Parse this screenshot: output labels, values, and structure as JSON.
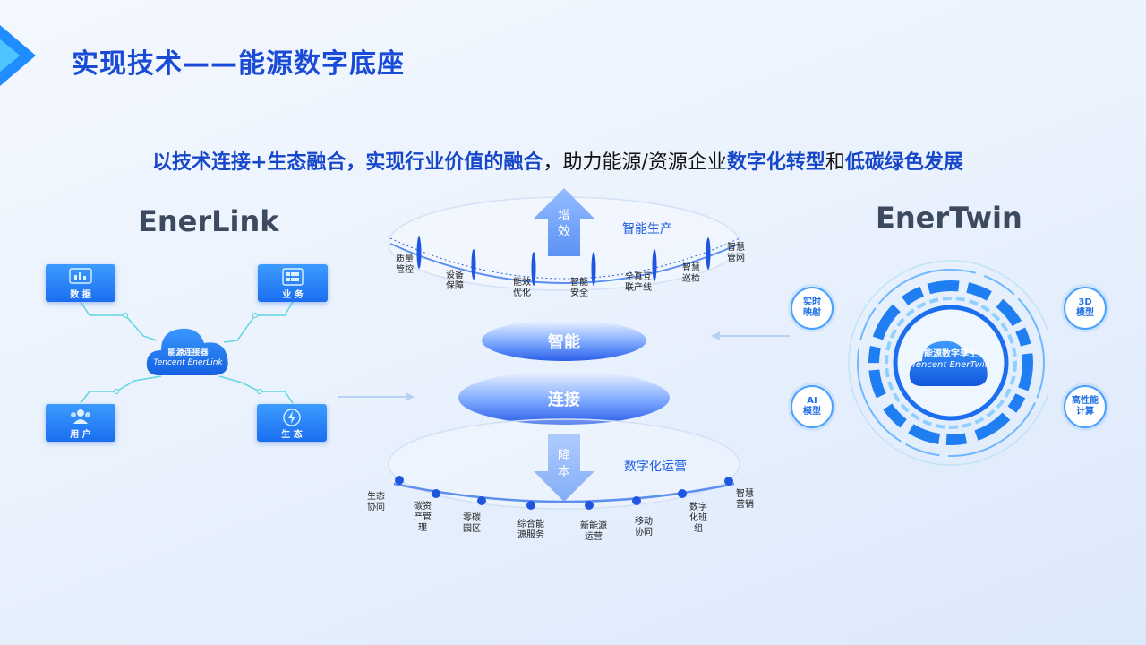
{
  "title": "实现技术——能源数字底座",
  "subtitle": {
    "p1": "以技术连接+生态融合，实现行业价值的融合",
    "p2": "，助力能源/资源企业",
    "p3": "数字化转型",
    "p4": "和",
    "p5": "低碳绿色发展"
  },
  "enerlink": {
    "brand": "EnerLink",
    "cloud_line1": "能源连接器",
    "cloud_line2": "Tencent EnerLink",
    "nodes": {
      "data": "数 据",
      "business": "业 务",
      "user": "用 户",
      "eco": "生 态"
    }
  },
  "center": {
    "top_ring_label": "智能生产",
    "top_arrow": "增\n效",
    "top_items": [
      "质量\n管控",
      "设备\n保障",
      "能效\n优化",
      "智能\n安全",
      "全真互\n联产线",
      "智慧\n巡检",
      "智慧\n管网"
    ],
    "pill_smart": "智能",
    "pill_connect": "连接",
    "bottom_arrow": "降\n本",
    "bottom_ring_label": "数字化运营",
    "bottom_items": [
      "生态\n协同",
      "碳资\n产管\n理",
      "零碳\n园区",
      "综合能\n源服务",
      "新能源\n运营",
      "移动\n协同",
      "数字\n化班\n组",
      "智慧\n营销"
    ]
  },
  "enertwin": {
    "brand": "EnerTwin",
    "core_line1": "能源数字孪生",
    "core_line2": "Tencent EnerTwin",
    "badges": {
      "realtime": "实时\n映射",
      "model3d": "3D\n模型",
      "ai": "AI\n模型",
      "hpc": "高性能\n计算"
    }
  },
  "colors": {
    "primary": "#1a4bd6",
    "accent": "#2a7cf0",
    "cyan": "#3ad3e0"
  }
}
